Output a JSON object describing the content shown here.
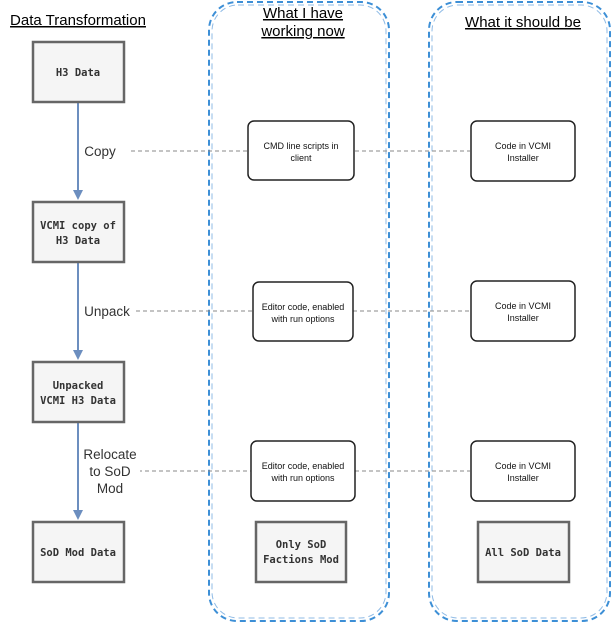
{
  "headers": {
    "left": "Data Transformation",
    "middle_line1": "What I have",
    "middle_line2": "working now",
    "right": "What it should be"
  },
  "pipeline": {
    "h3_data": "H3 Data",
    "vcmi_copy_line1": "VCMI copy of",
    "vcmi_copy_line2": "H3 Data",
    "unpacked_line1": "Unpacked",
    "unpacked_line2": "VCMI H3 Data",
    "sod_mod_data": "SoD Mod Data"
  },
  "steps": {
    "copy": "Copy",
    "unpack": "Unpack",
    "relocate_line1": "Relocate",
    "relocate_line2": "to SoD",
    "relocate_line3": "Mod"
  },
  "current": {
    "cmd_line1": "CMD line scripts in",
    "cmd_line2": "client",
    "editor1_line1": "Editor code, enabled",
    "editor1_line2": "with run options",
    "editor2_line1": "Editor code, enabled",
    "editor2_line2": "with run options",
    "only_sod_line1": "Only SoD",
    "only_sod_line2": "Factions Mod"
  },
  "target": {
    "installer1_line1": "Code in VCMI",
    "installer1_line2": "Installer",
    "installer2_line1": "Code in VCMI",
    "installer2_line2": "Installer",
    "installer3_line1": "Code in VCMI",
    "installer3_line2": "Installer",
    "all_sod": "All SoD Data"
  },
  "colors": {
    "arrow": "#6c8ebf",
    "container_border": "#3d8fd6",
    "box_fill": "#f5f5f5",
    "box_border": "#666666",
    "dashed_connector": "#8a8a8a"
  }
}
